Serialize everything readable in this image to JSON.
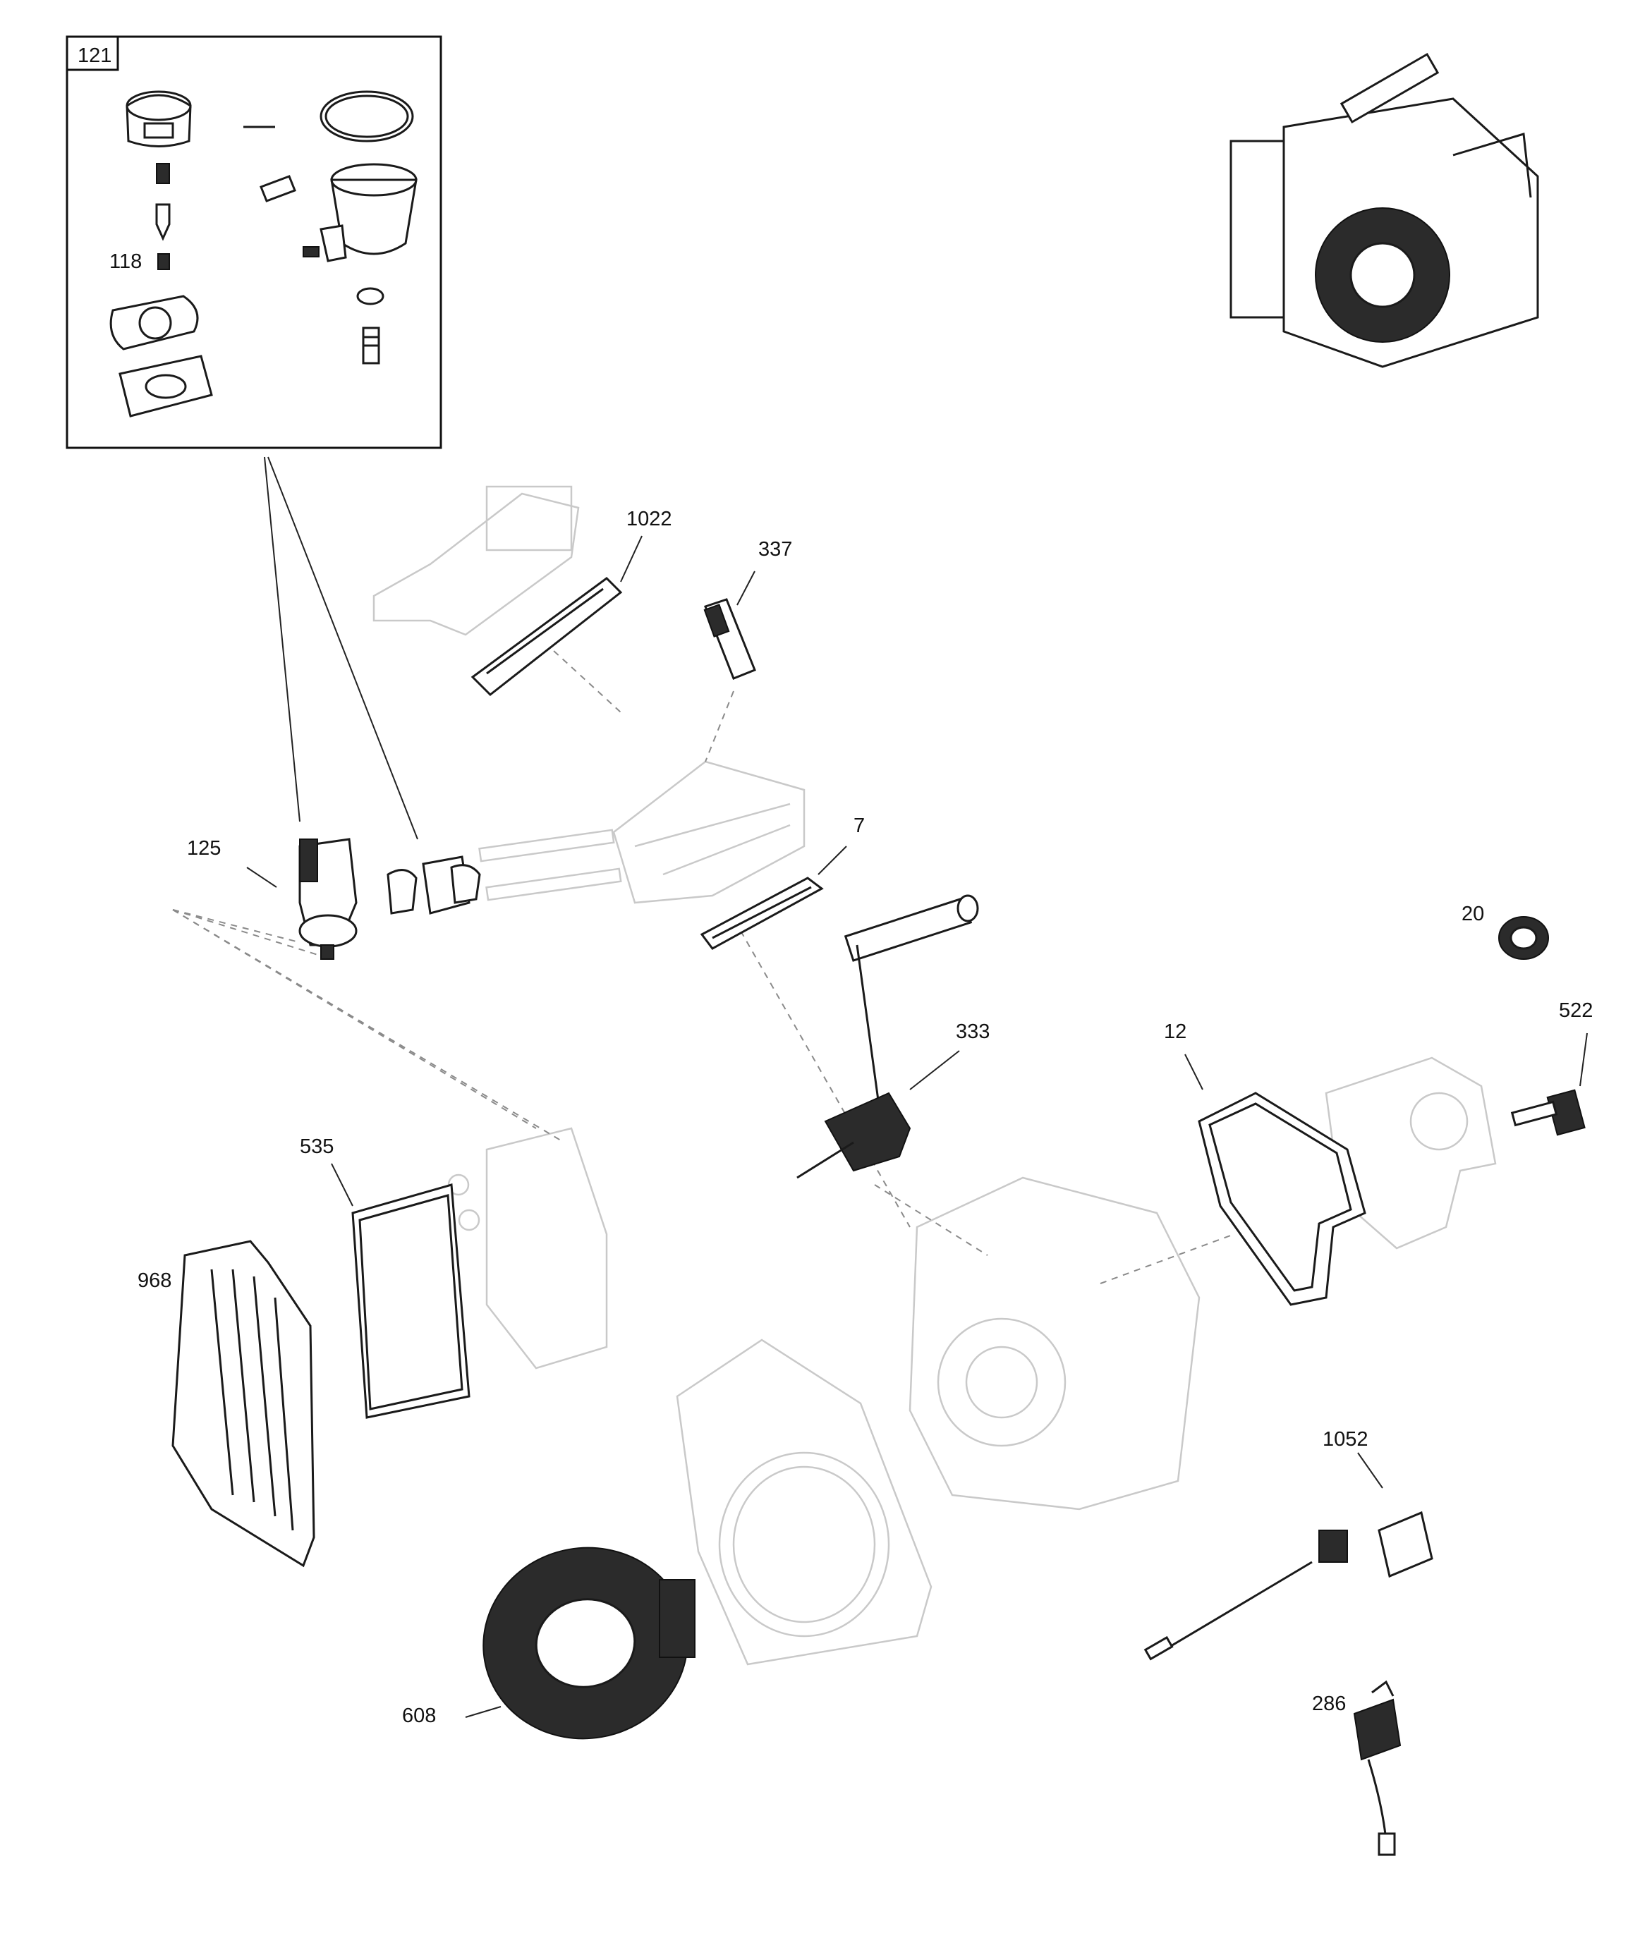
{
  "inset_box": {
    "label": "121",
    "sub_labels": [
      "118"
    ]
  },
  "callouts": {
    "c1022": "1022",
    "c337": "337",
    "c125": "125",
    "c7": "7",
    "c20": "20",
    "c522": "522",
    "c333": "333",
    "c12": "12",
    "c535": "535",
    "c968": "968",
    "c1052": "1052",
    "c608": "608",
    "c286": "286"
  }
}
